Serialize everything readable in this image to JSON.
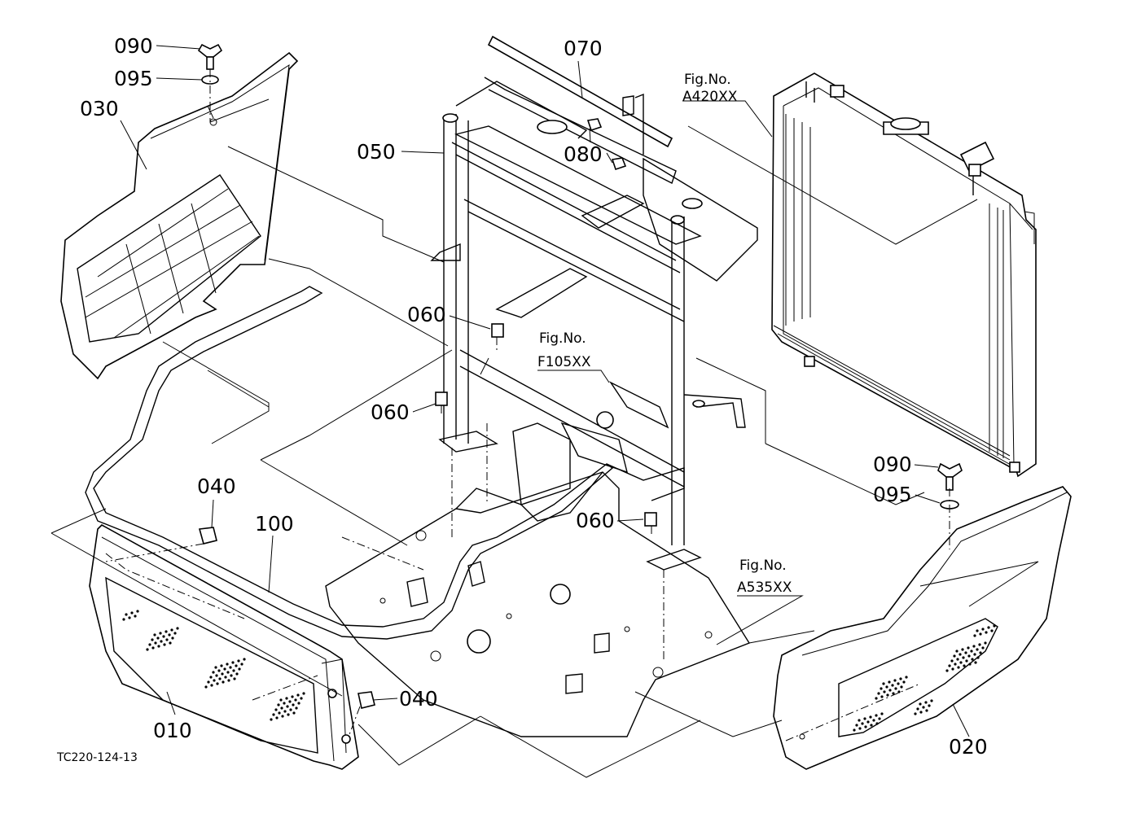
{
  "parts": {
    "p090a": "090",
    "p095a": "095",
    "p030": "030",
    "p070": "070",
    "p050": "050",
    "p080": "080",
    "p060a": "060",
    "p060b": "060",
    "p060c": "060",
    "p040a": "040",
    "p100": "100",
    "p040b": "040",
    "p010": "010",
    "p090b": "090",
    "p095b": "095",
    "p020": "020"
  },
  "figrefs": {
    "a420_label": "Fig.No.",
    "a420_code": "A420XX",
    "f105_label": "Fig.No.",
    "f105_code": "F105XX",
    "a535_label": "Fig.No.",
    "a535_code": "A535XX"
  },
  "drawing_code": "TC220-124-13"
}
